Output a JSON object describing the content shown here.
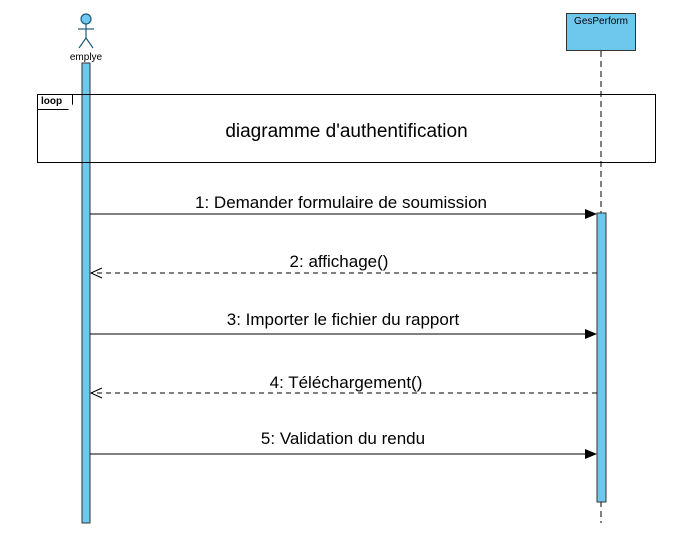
{
  "diagram": {
    "actor": {
      "name": "emplye"
    },
    "lifeline": {
      "name": "GesPerform"
    },
    "fragment": {
      "operator": "loop",
      "title": "diagramme d'authentification"
    },
    "messages": [
      {
        "label": "1: Demander formulaire de soumission",
        "kind": "sync"
      },
      {
        "label": "2: affichage()",
        "kind": "return"
      },
      {
        "label": "3: Importer le fichier du rapport",
        "kind": "sync"
      },
      {
        "label": "4: Téléchargement()",
        "kind": "return"
      },
      {
        "label": "5: Validation du rendu",
        "kind": "sync"
      }
    ],
    "colors": {
      "activation": "#6ec8ee",
      "line": "#000000"
    }
  }
}
